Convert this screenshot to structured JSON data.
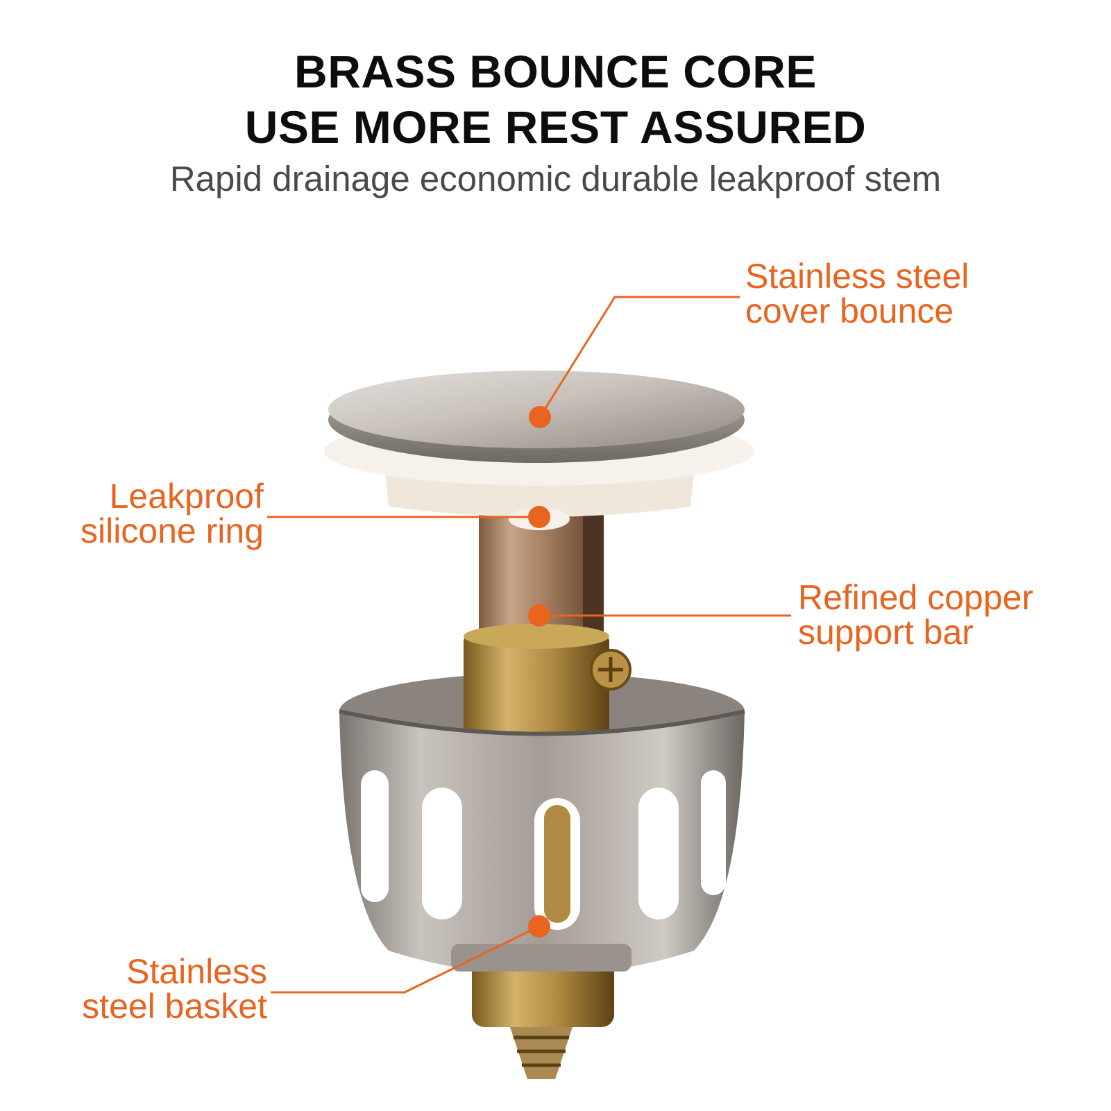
{
  "heading": {
    "line1": "BRASS BOUNCE CORE",
    "line2": "USE MORE REST ASSURED",
    "subtitle": "Rapid drainage economic durable leakproof stem"
  },
  "callouts": [
    {
      "id": "cover",
      "line1": "Stainless steel",
      "line2": "cover bounce"
    },
    {
      "id": "ring",
      "line1": "Leakproof",
      "line2": "silicone ring"
    },
    {
      "id": "bar",
      "line1": "Refined copper",
      "line2": "support bar"
    },
    {
      "id": "basket",
      "line1": "Stainless",
      "line2": "steel basket"
    }
  ],
  "colors": {
    "accent": "#e8641f",
    "heading": "#0d0d0d",
    "subtitle": "#4a4a4a"
  }
}
